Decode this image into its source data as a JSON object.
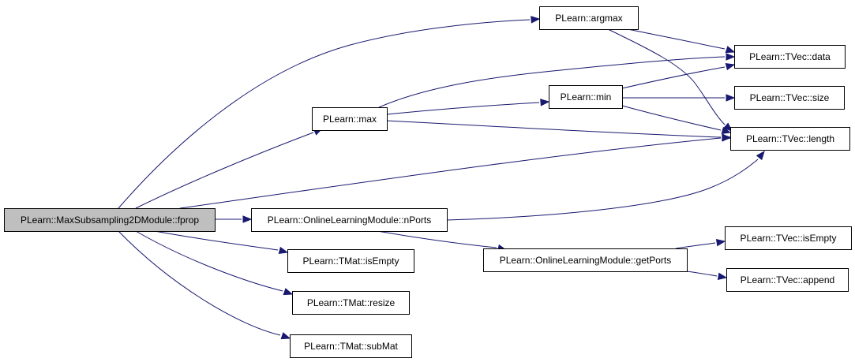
{
  "graph": {
    "colors": {
      "edge": "#191970",
      "node_fill": "#ffffff",
      "root_fill": "#bfbfbf",
      "border": "#000000"
    },
    "nodes": [
      {
        "id": "fprop",
        "label": "PLearn::MaxSubsampling2DModule::fprop",
        "root": true
      },
      {
        "id": "argmax",
        "label": "PLearn::argmax"
      },
      {
        "id": "max",
        "label": "PLearn::max"
      },
      {
        "id": "min",
        "label": "PLearn::min"
      },
      {
        "id": "tvec_data",
        "label": "PLearn::TVec::data"
      },
      {
        "id": "tvec_size",
        "label": "PLearn::TVec::size"
      },
      {
        "id": "tvec_length",
        "label": "PLearn::TVec::length"
      },
      {
        "id": "nports",
        "label": "PLearn::OnlineLearningModule::nPorts"
      },
      {
        "id": "getports",
        "label": "PLearn::OnlineLearningModule::getPorts"
      },
      {
        "id": "tvec_isempty",
        "label": "PLearn::TVec::isEmpty"
      },
      {
        "id": "tvec_append",
        "label": "PLearn::TVec::append"
      },
      {
        "id": "tmat_isempty",
        "label": "PLearn::TMat::isEmpty"
      },
      {
        "id": "tmat_resize",
        "label": "PLearn::TMat::resize"
      },
      {
        "id": "tmat_submat",
        "label": "PLearn::TMat::subMat"
      }
    ],
    "edges": [
      {
        "from": "fprop",
        "to": "argmax"
      },
      {
        "from": "fprop",
        "to": "max"
      },
      {
        "from": "fprop",
        "to": "tvec_length"
      },
      {
        "from": "fprop",
        "to": "nports"
      },
      {
        "from": "fprop",
        "to": "tmat_isempty"
      },
      {
        "from": "fprop",
        "to": "tmat_resize"
      },
      {
        "from": "fprop",
        "to": "tmat_submat"
      },
      {
        "from": "argmax",
        "to": "tvec_data"
      },
      {
        "from": "argmax",
        "to": "tvec_length"
      },
      {
        "from": "max",
        "to": "tvec_data"
      },
      {
        "from": "max",
        "to": "min"
      },
      {
        "from": "max",
        "to": "tvec_length"
      },
      {
        "from": "min",
        "to": "tvec_data"
      },
      {
        "from": "min",
        "to": "tvec_size"
      },
      {
        "from": "min",
        "to": "tvec_length"
      },
      {
        "from": "nports",
        "to": "tvec_length"
      },
      {
        "from": "nports",
        "to": "getports"
      },
      {
        "from": "getports",
        "to": "tvec_isempty"
      },
      {
        "from": "getports",
        "to": "tvec_append"
      }
    ]
  }
}
